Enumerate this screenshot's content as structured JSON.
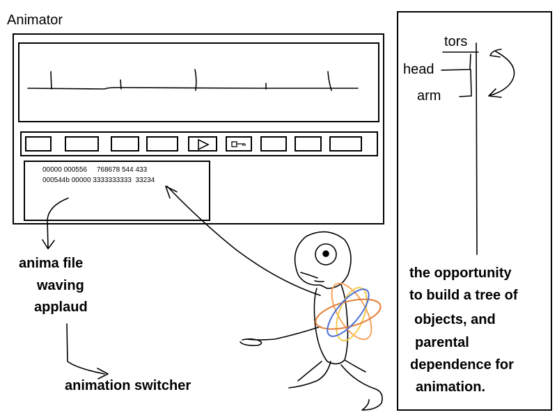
{
  "app": {
    "title": "Animator"
  },
  "hex_view": {
    "line1": "00000 000556     768678 544 433",
    "line2": "000544b 00000 3333333333  33234"
  },
  "annotations": {
    "anim_list": [
      "anima file",
      "waving",
      "applaud"
    ],
    "switcher": "animation switcher",
    "tree_note": [
      "the opportunity",
      "to build a tree of",
      "objects, and",
      "parental",
      "dependence for",
      "animation."
    ]
  },
  "tree": {
    "root": "tors",
    "child1": "head",
    "child2": "arm"
  },
  "toolbar": {
    "icons": [
      "blank",
      "blank",
      "blank",
      "blank",
      "play-icon",
      "key-icon",
      "blank",
      "blank",
      "blank"
    ]
  }
}
